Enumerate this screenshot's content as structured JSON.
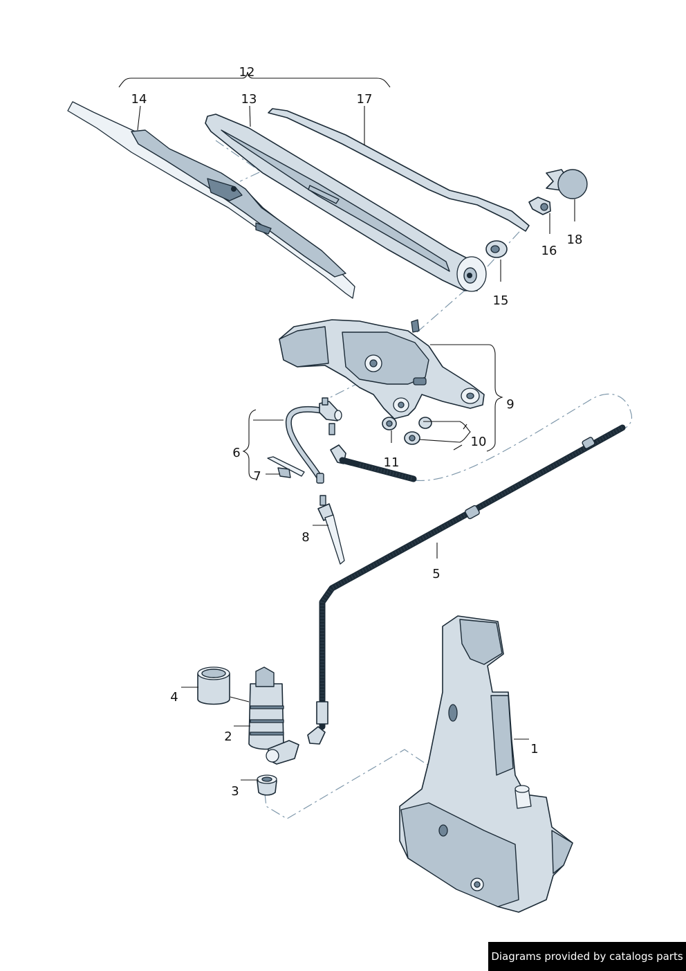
{
  "callouts": [
    {
      "id": "1",
      "label": "1"
    },
    {
      "id": "2",
      "label": "2"
    },
    {
      "id": "3",
      "label": "3"
    },
    {
      "id": "4",
      "label": "4"
    },
    {
      "id": "5",
      "label": "5"
    },
    {
      "id": "6",
      "label": "6"
    },
    {
      "id": "7",
      "label": "7"
    },
    {
      "id": "8",
      "label": "8"
    },
    {
      "id": "9",
      "label": "9"
    },
    {
      "id": "10",
      "label": "10"
    },
    {
      "id": "11",
      "label": "11"
    },
    {
      "id": "12",
      "label": "12"
    },
    {
      "id": "13",
      "label": "13"
    },
    {
      "id": "14",
      "label": "14"
    },
    {
      "id": "15",
      "label": "15"
    },
    {
      "id": "16",
      "label": "16"
    },
    {
      "id": "17",
      "label": "17"
    },
    {
      "id": "18",
      "label": "18"
    }
  ],
  "credit": "Diagrams provided by catalogs parts",
  "colors": {
    "part_fill": "#d3dde5",
    "outline": "#1b2a36",
    "dash": "#7f98ab",
    "credit_bg": "#000000"
  }
}
